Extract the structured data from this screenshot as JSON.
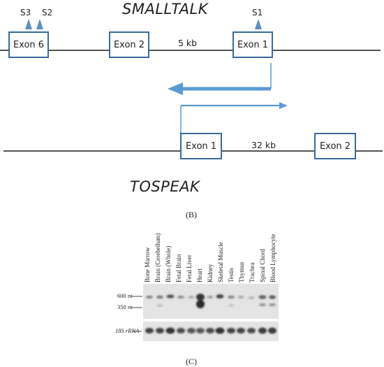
{
  "panel_b": {
    "top_gene": "SMALLTALK",
    "bottom_gene": "TOSPEAK",
    "top_exons": [
      "Exon 6",
      "Exon 2",
      "Exon 1"
    ],
    "bottom_exons": [
      "Exon 1",
      "Exon 2"
    ],
    "top_distance": "5 kb",
    "bottom_distance": "32 kb",
    "sites": [
      "S3",
      "S2",
      "S1"
    ],
    "panel_label": "(B)",
    "accent_color": "#5b9bd5",
    "exon_border_color": "#3b6a9c"
  },
  "panel_c": {
    "panel_label": "(C)",
    "lanes": [
      "Bone Marrow",
      "Brain (Cerebellum)",
      "Brain (Whole)",
      "Fetal Brain",
      "Fetal Liver",
      "Heart",
      "Kidney",
      "Skeletal Muscle",
      "Testis",
      "Thymus",
      "Trachea",
      "Spinal Chord",
      "Blood Lymphocyte"
    ],
    "markers": [
      "600 nt",
      "350 nt"
    ],
    "control": "18S rRNA"
  }
}
